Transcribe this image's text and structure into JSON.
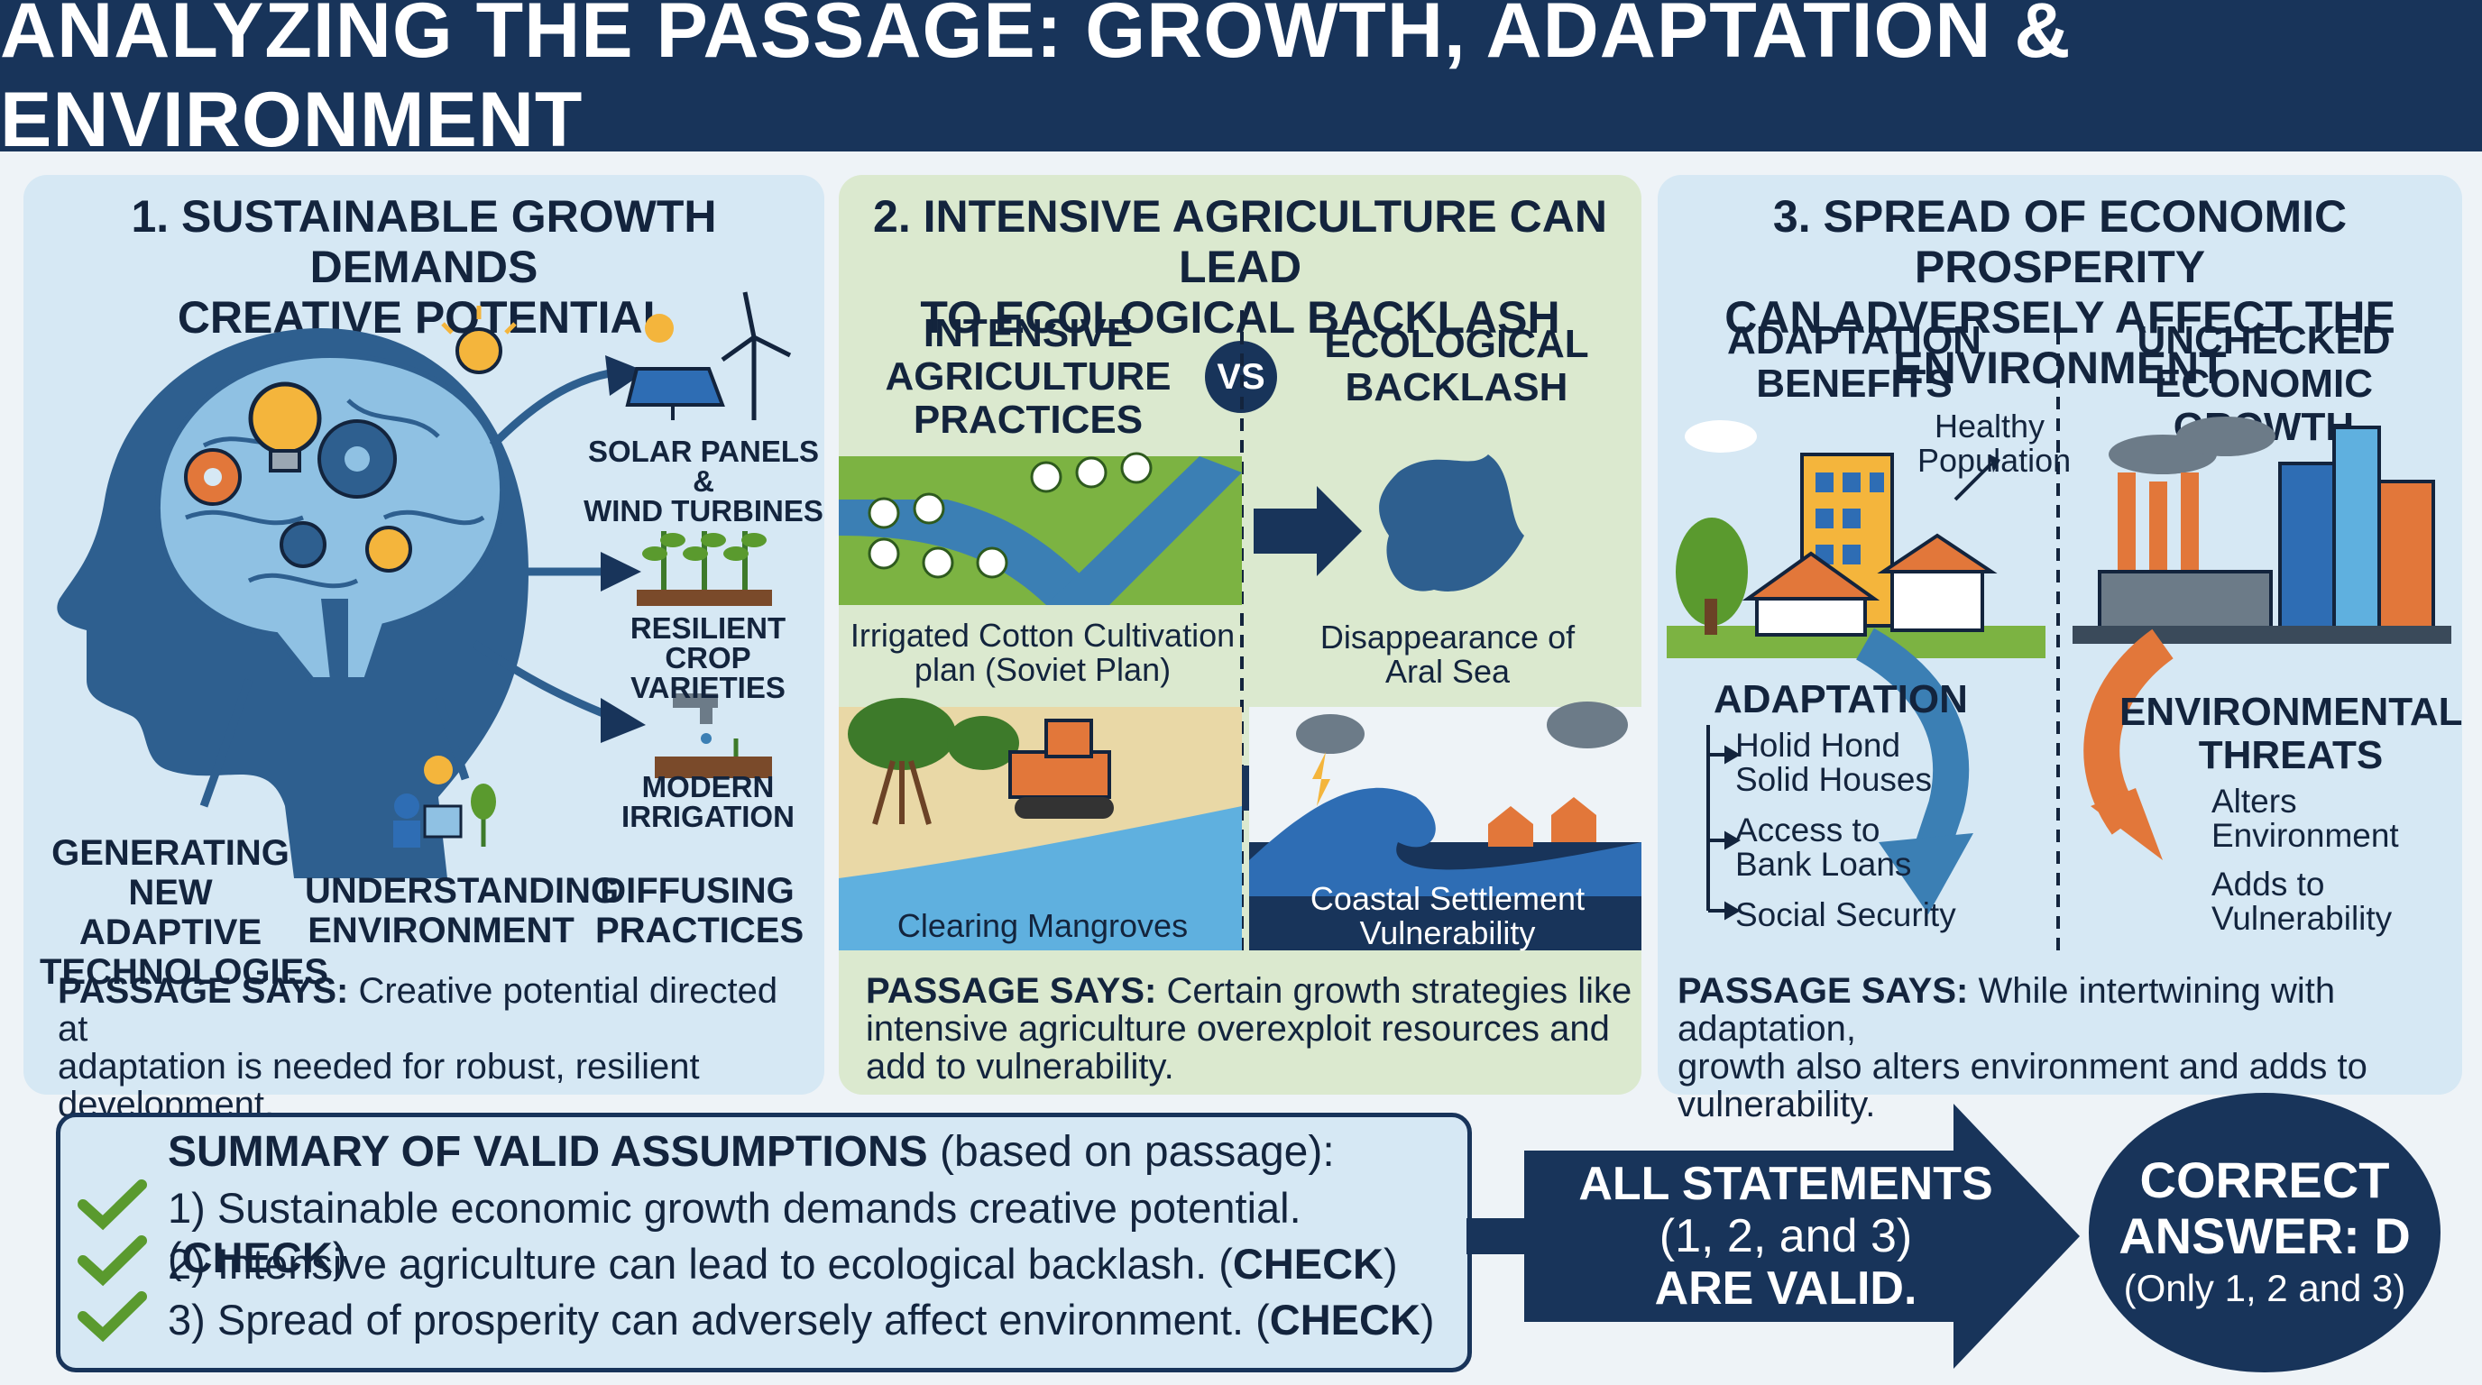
{
  "title": "ANALYZING THE PASSAGE: GROWTH, ADAPTATION & ENVIRONMENT",
  "panel1": {
    "title_line1": "1. SUSTAINABLE GROWTH DEMANDS",
    "title_line2": "CREATIVE POTENTIAL",
    "labels": {
      "solar_1": "SOLAR PANELS &",
      "solar_2": "WIND TURBINES",
      "crop_1": "RESILIENT",
      "crop_2": "CROP VARIETIES",
      "irr_1": "MODERN",
      "irr_2": "IRRIGATION",
      "gen_1": "GENERATING",
      "gen_2": "NEW ADAPTIVE",
      "gen_3": "TECHNOLOGIES",
      "und_1": "UNDERSTANDING",
      "und_2": "ENVIRONMENT",
      "dif_1": "DIFFUSING",
      "dif_2": "PRACTICES"
    },
    "says_label": "PASSAGE SAYS:",
    "says_1": "Creative potential directed at",
    "says_2": "adaptation is needed for robust, resilient",
    "says_3": "development."
  },
  "panel2": {
    "title_line1": "2. INTENSIVE AGRICULTURE CAN LEAD",
    "title_line2": "TO ECOLOGICAL BACKLASH",
    "left_1": "INTENSIVE",
    "left_2": "AGRICULTURE",
    "left_3": "PRACTICES",
    "vs": "VS",
    "right_1": "ECOLOGICAL",
    "right_2": "BACKLASH",
    "cap_cotton_1": "Irrigated Cotton Cultivation",
    "cap_cotton_2": "plan (Soviet Plan)",
    "cap_aral_1": "Disappearance of",
    "cap_aral_2": "Aral Sea",
    "cap_mangrove": "Clearing Mangroves",
    "cap_coastal_1": "Coastal Settlement",
    "cap_coastal_2": "Vulnerability",
    "says_label": "PASSAGE SAYS:",
    "says_1": "Certain growth strategies like",
    "says_2": "intensive agriculture overexploit resources and",
    "says_3": "add to vulnerability."
  },
  "panel3": {
    "title_line1": "3. SPREAD OF ECONOMIC PROSPERITY",
    "title_line2": "CAN ADVERSELY AFFECT THE ENVIRONMENT",
    "left_1": "ADAPTATION",
    "left_2": "BENEFITS",
    "right_1": "UNCHECKED",
    "right_2": "ECONOMIC GROWTH",
    "healthy_1": "Healthy",
    "healthy_2": "Population",
    "adaptation_head": "ADAPTATION",
    "adapt_items": [
      "Holid Hond",
      "Solid Houses",
      "Access to",
      "Bank Loans",
      "Social Security"
    ],
    "threats_1": "ENVIRONMENTAL",
    "threats_2": "THREATS",
    "threat_items": [
      "Alters",
      "Environment",
      "Adds to",
      "Vulnerability"
    ],
    "says_label": "PASSAGE SAYS:",
    "says_1": "While intertwining with adaptation,",
    "says_2": "growth also alters environment and adds to",
    "says_3": "vulnerability."
  },
  "summary": {
    "title_bold": "SUMMARY OF VALID ASSUMPTIONS",
    "title_rest": " (based on passage):",
    "items": [
      {
        "text": "1) Sustainable economic growth demands creative potential. (",
        "check": "CHECK",
        "close": ")"
      },
      {
        "text": "2) Intensive agriculture can lead to ecological backlash. (",
        "check": "CHECK",
        "close": ")"
      },
      {
        "text": "3) Spread of prosperity can adversely affect environment. (",
        "check": "CHECK",
        "close": ")"
      }
    ]
  },
  "conclusion": {
    "line1": "ALL STATEMENTS",
    "line2": "(1, 2, and 3)",
    "line3": "ARE VALID."
  },
  "answer": {
    "line1": "CORRECT",
    "line2": "ANSWER: D",
    "line3": "(Only 1, 2 and 3)"
  },
  "colors": {
    "navy": "#18345a",
    "panel_blue": "#d6e8f4",
    "panel_green": "#dbe9cf",
    "check_green": "#5a9a2e",
    "threat_orange": "#e2773a",
    "water_blue": "#3b7fb4"
  }
}
